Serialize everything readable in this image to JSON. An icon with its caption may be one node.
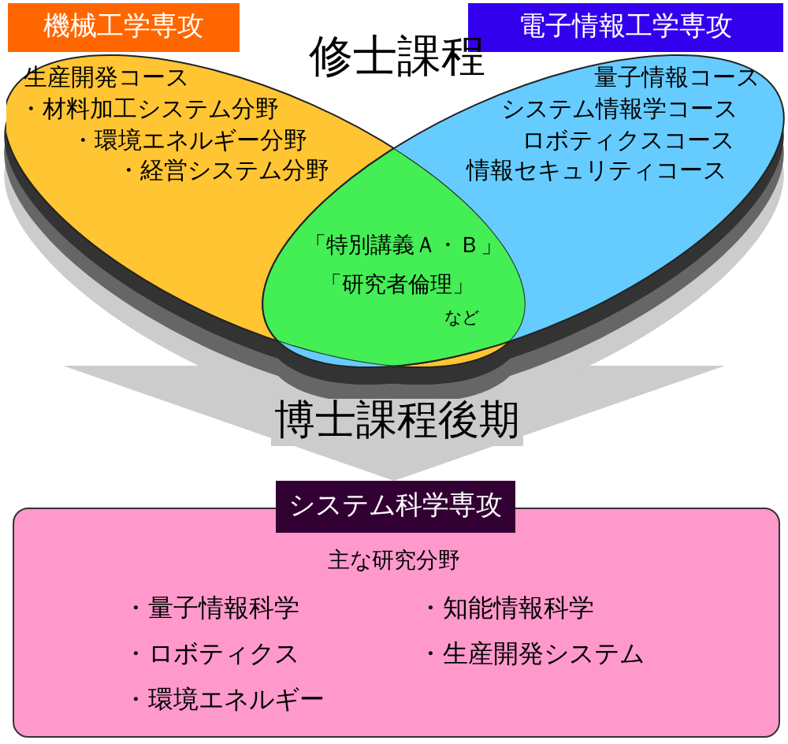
{
  "diagram": {
    "nodes": [
      {
        "text": [
          "機械工学専攻",
          "生産開発コース",
          "・材料加工システム分野",
          "・環境エネルギー分野",
          "・経営システム分野"
        ]
      },
      {
        "text": [
          "電子情報工学専攻",
          "量子情報コース",
          "システム情報学コース",
          "ロボティクスコース",
          "情報セキュリティコース"
        ]
      },
      {
        "text": [
          "「特別講義Ａ・Ｂ」",
          "「研究者倫理」",
          "など"
        ]
      },
      {
        "text": [
          "システム科学専攻",
          "主な研究分野",
          "・量子情報科学",
          "・知能情報科学",
          "・ロボティクス",
          "・生産開発システム",
          "・環境エネルギー"
        ]
      }
    ],
    "edges": [
      {
        "from": null,
        "to": 3,
        "arrow": "to",
        "label": "博士課程後期"
      }
    ],
    "labels": [
      "修士課程"
    ]
  }
}
